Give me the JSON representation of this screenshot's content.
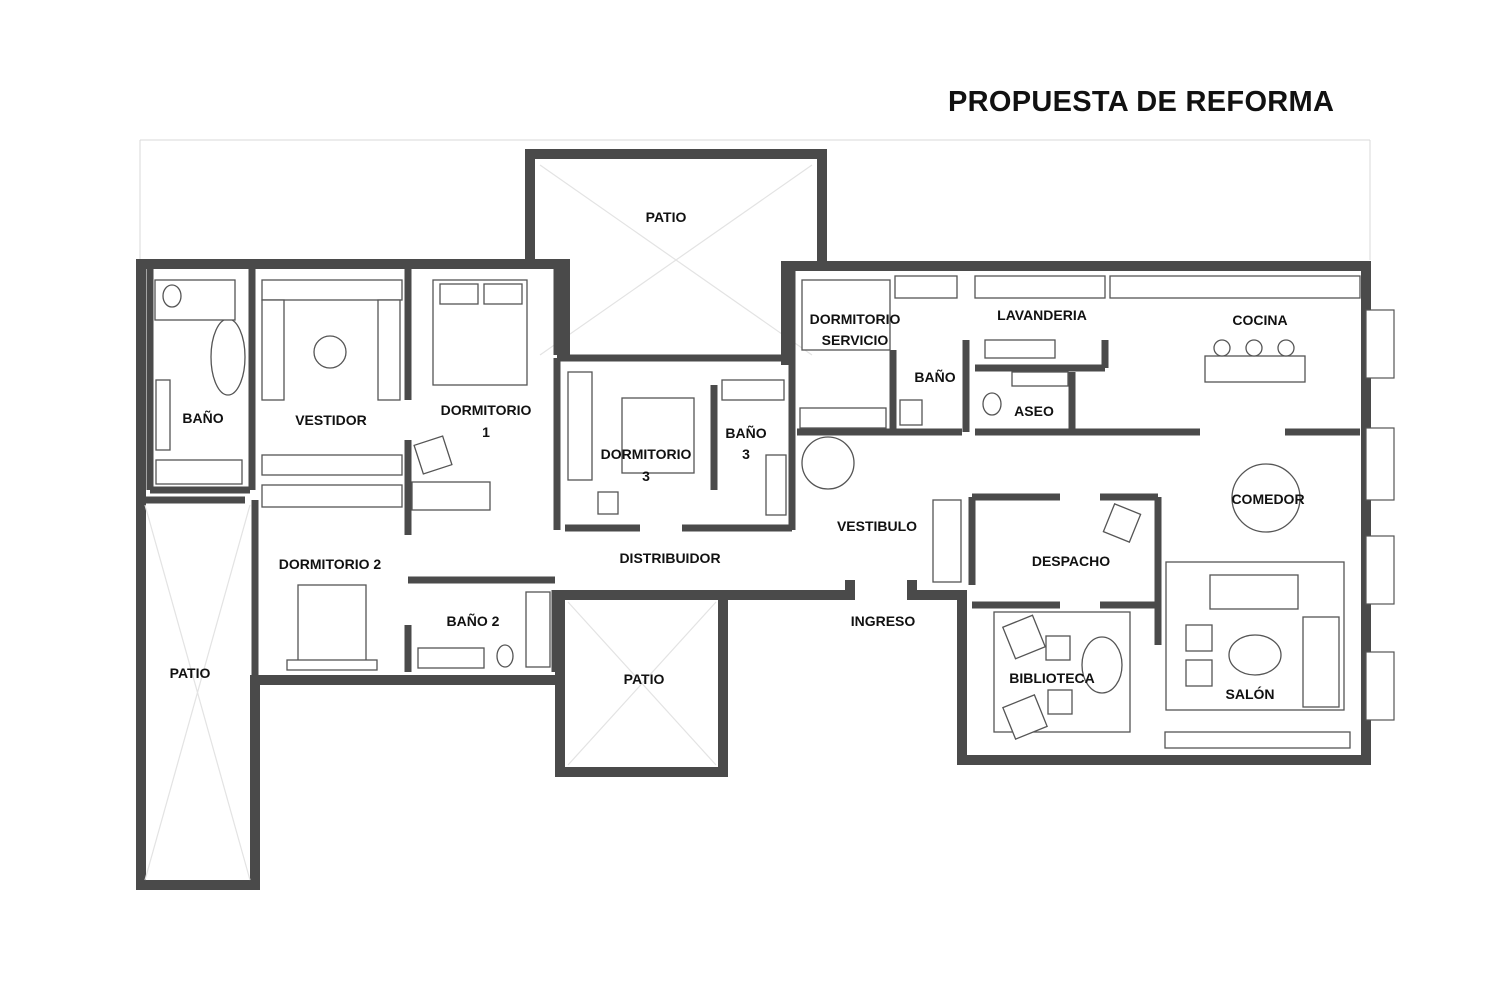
{
  "title": "PROPUESTA DE REFORMA",
  "rooms": {
    "patio_top": "PATIO",
    "patio_left": "PATIO",
    "patio_middle": "PATIO",
    "bano_master": "BAÑO",
    "vestidor": "VESTIDOR",
    "dormitorio_1": [
      "DORMITORIO",
      "1"
    ],
    "dormitorio_3": [
      "DORMITORIO",
      "3"
    ],
    "bano_3": [
      "BAÑO",
      "3"
    ],
    "dormitorio_servicio": [
      "DORMITORIO",
      "SERVICIO"
    ],
    "lavanderia": "LAVANDERIA",
    "bano_servicio": "BAÑO",
    "aseo": "ASEO",
    "cocina": "COCINA",
    "comedor": "COMEDOR",
    "dormitorio_2": "DORMITORIO 2",
    "bano_2": "BAÑO 2",
    "distribuidor": "DISTRIBUIDOR",
    "vestibulo": "VESTIBULO",
    "ingreso": "INGRESO",
    "despacho": "DESPACHO",
    "biblioteca": "BIBLIOTECA",
    "salon": "SALÓN"
  }
}
